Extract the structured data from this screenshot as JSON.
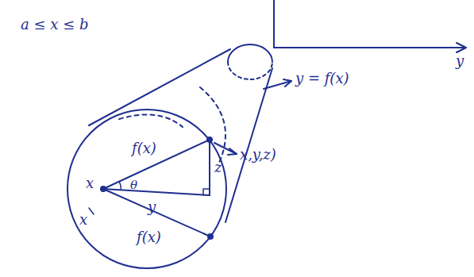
{
  "diagram": {
    "labels": [
      "a ≤ x ≤ b",
      "y",
      "y = f(x)",
      "f(x)",
      "x",
      "θ",
      "z",
      "x,y,z)",
      "y",
      "x",
      "f(x)"
    ]
  }
}
